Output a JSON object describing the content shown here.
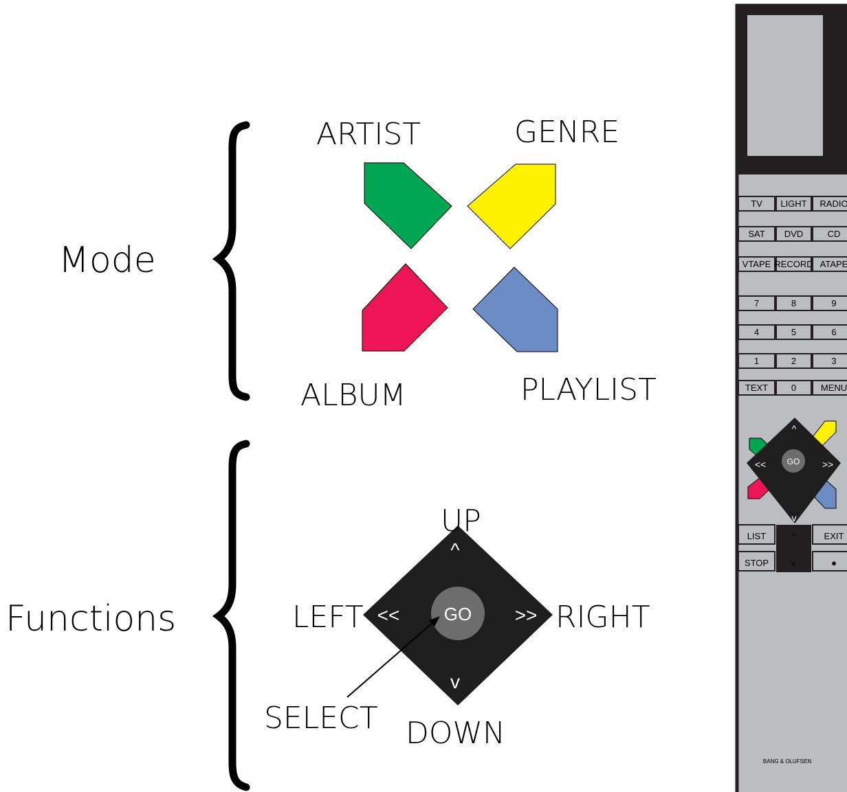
{
  "mode": {
    "title": "Mode",
    "artist": "ARTIST",
    "genre": "GENRE",
    "album": "ALBUM",
    "playlist": "PLAYLIST"
  },
  "functions": {
    "title": "Functions",
    "up": "UP",
    "down": "DOWN",
    "left": "LEFT",
    "right": "RIGHT",
    "select": "SELECT",
    "go": "GO",
    "up_glyph": "^",
    "down_glyph": "v",
    "left_glyph": "<<",
    "right_glyph": ">>"
  },
  "colors": {
    "artist": "#00a651",
    "genre": "#fff200",
    "album": "#ed1556",
    "playlist": "#6c8cc6",
    "pad": "#1e1e1e",
    "go": "#6d6d6d",
    "remote_body": "#bcbdc0",
    "record_dot": "#e6007e"
  },
  "remote": {
    "rows": [
      [
        "TV",
        "LIGHT",
        "RADIO"
      ],
      [
        "SAT",
        "DVD",
        "CD"
      ],
      [
        "VTAPE",
        "RECORD",
        "ATAPE"
      ],
      [
        "7",
        "8",
        "9"
      ],
      [
        "4",
        "5",
        "6"
      ],
      [
        "1",
        "2",
        "3"
      ],
      [
        "TEXT",
        "0",
        "MENU"
      ]
    ],
    "pad": {
      "up": "^",
      "down": "v",
      "left": "<<",
      "right": ">>",
      "go": "GO"
    },
    "bottom_rows": [
      [
        "LIST",
        "^",
        "EXIT"
      ],
      [
        "STOP",
        "v",
        "●"
      ]
    ],
    "brand": "BANG & OLUFSEN"
  }
}
